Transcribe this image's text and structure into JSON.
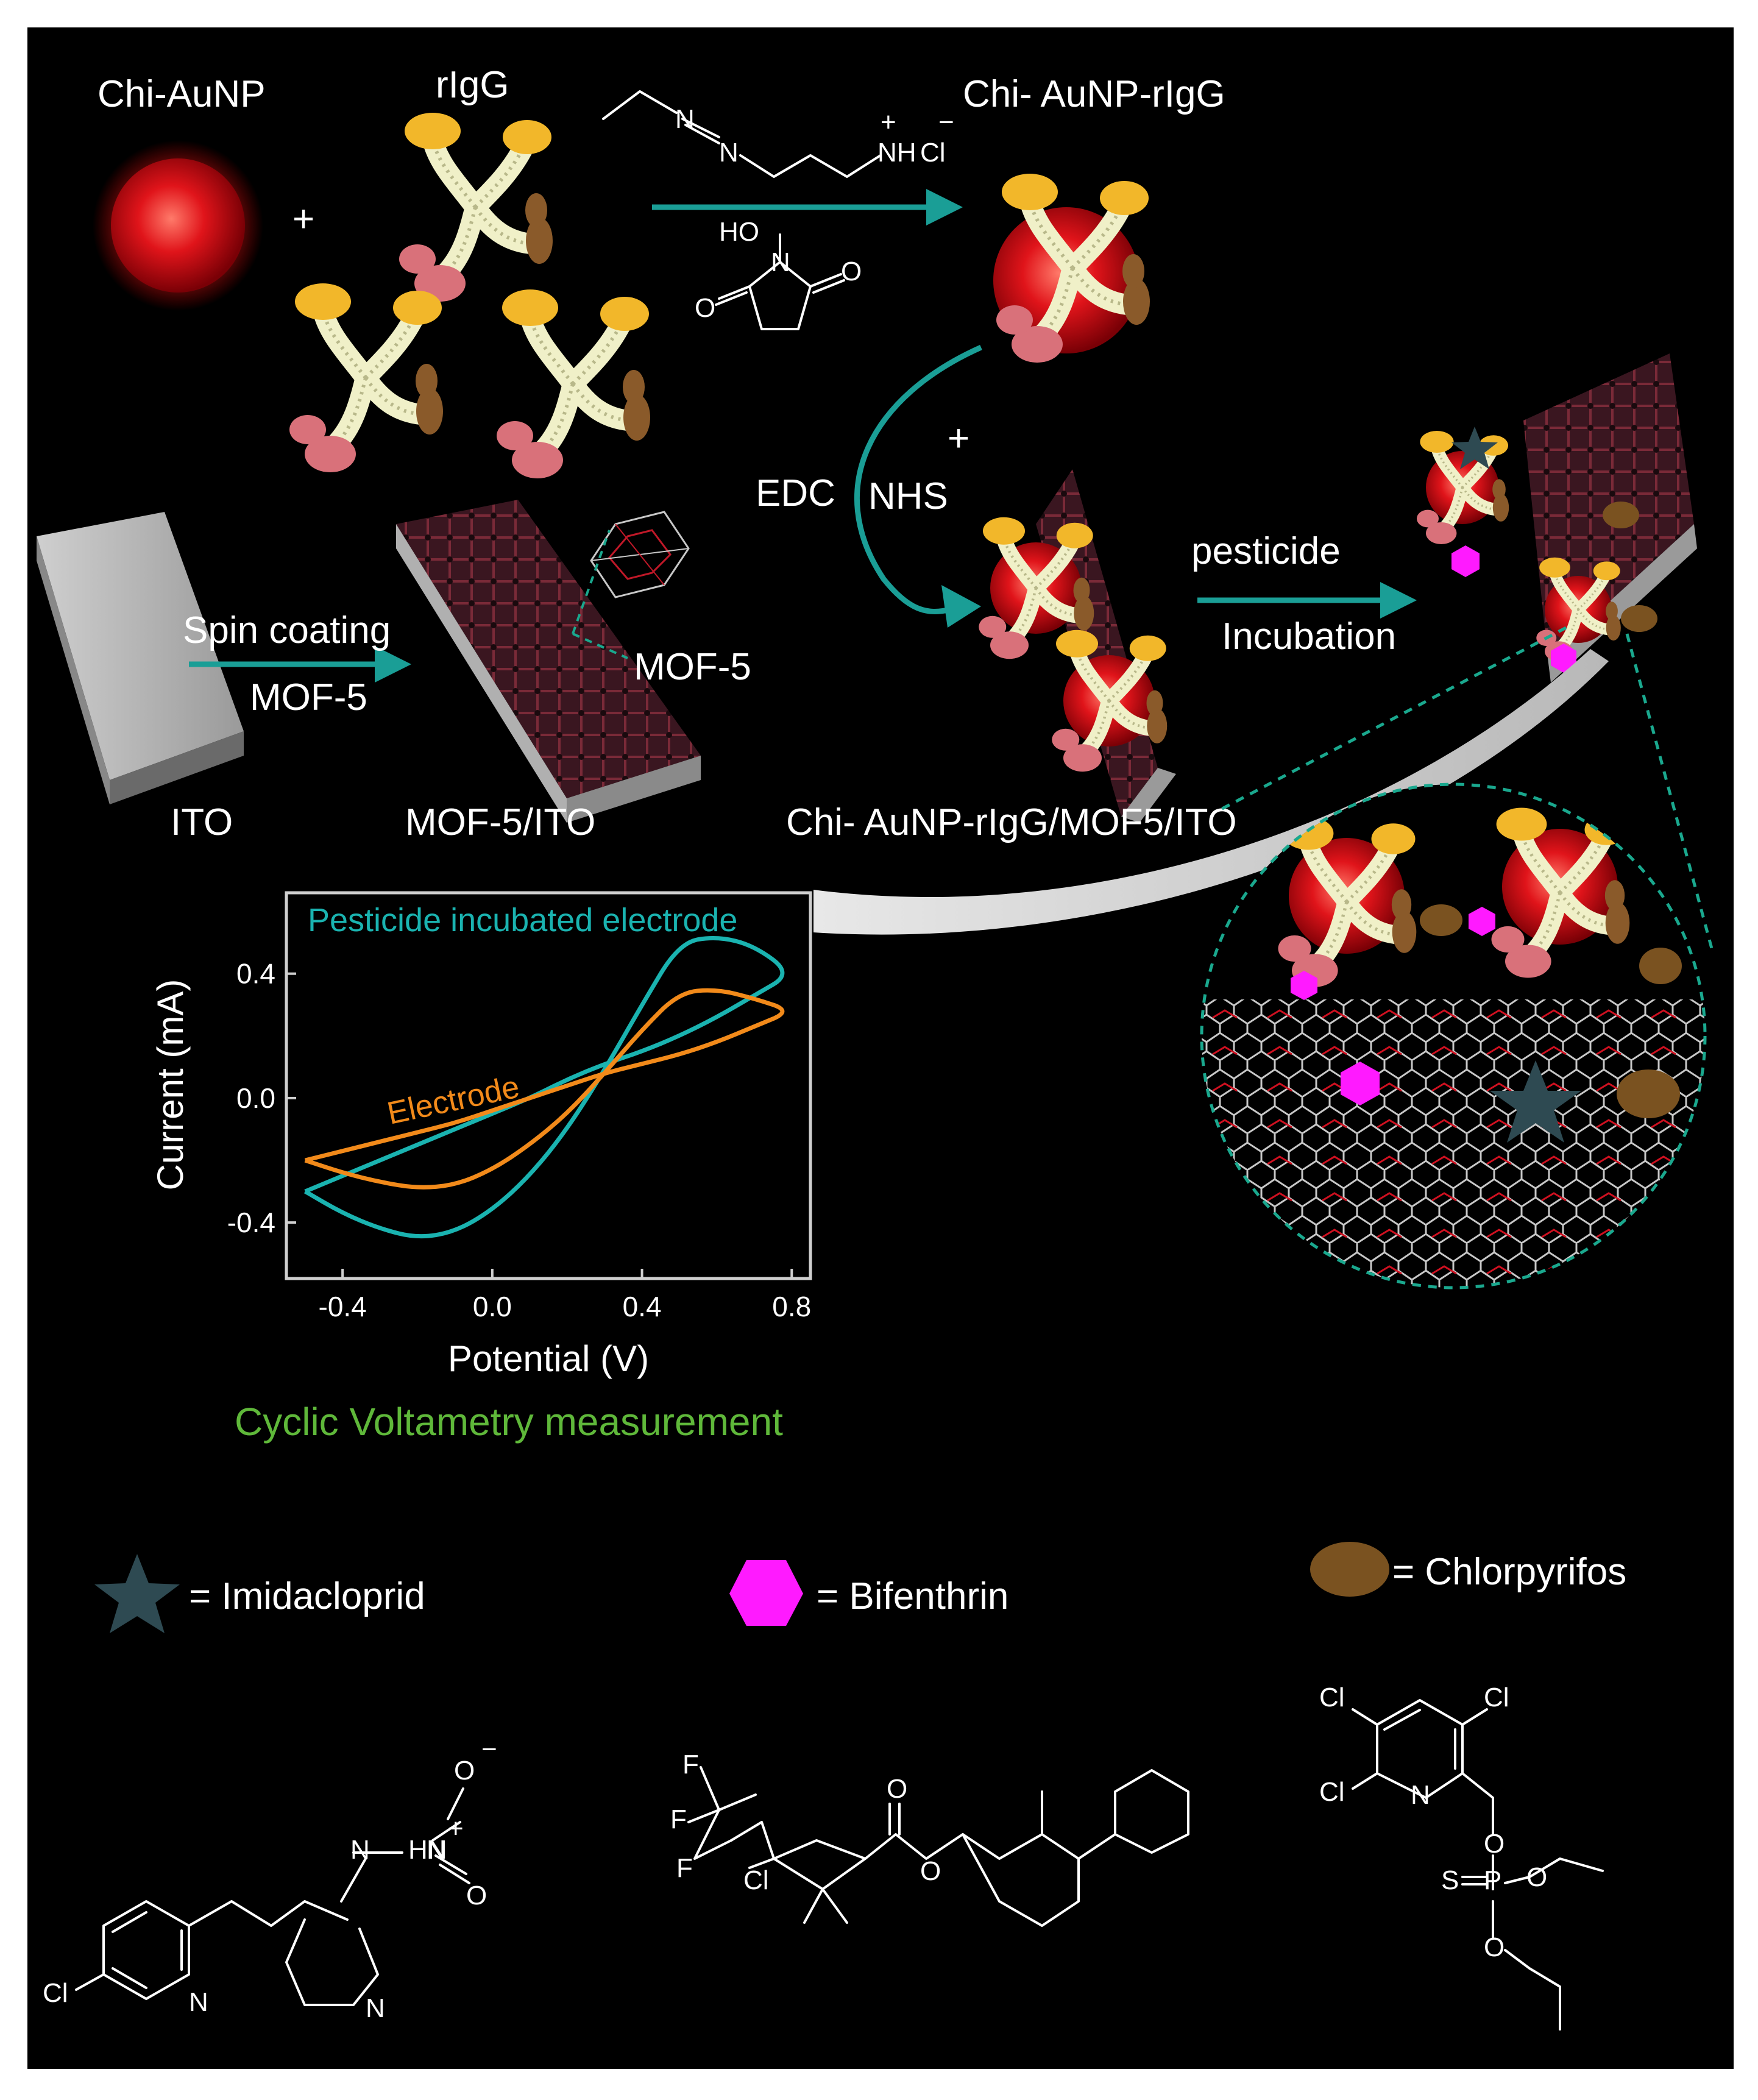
{
  "labels": {
    "chi_aunp": "Chi-AuNP",
    "rigg": "rIgG",
    "plus": "+",
    "chi_aunp_rigg": "Chi- AuNP-rIgG",
    "edc": "EDC",
    "nhs": "NHS",
    "plus2": "+",
    "spin_coating": "Spin coating",
    "mof5_reagent": "MOF-5",
    "mof5_zoom": "MOF-5",
    "ito": "ITO",
    "mof5_ito": "MOF-5/ITO",
    "final_electrode": "Chi- AuNP-rIgG/MOF5/ITO",
    "pesticide": "pesticide",
    "incubation": "Incubation"
  },
  "chem_text": {
    "edc_nh": "NH",
    "edc_cl": "Cl",
    "edc_plus": "+",
    "edc_minus": "−",
    "edc_n1": "N",
    "edc_n2": "N",
    "nhs_ho": "HO",
    "nhs_n": "N",
    "nhs_o1": "O",
    "nhs_o2": "O",
    "imi_cl": "Cl",
    "imi_n1": "N",
    "imi_n2": "N",
    "imi_n3": "N",
    "imi_hn": "HN",
    "imi_no2_n": "N",
    "imi_o1": "O",
    "imi_o2": "O",
    "imi_plus": "+",
    "imi_minus": "−",
    "bif_f1": "F",
    "bif_f2": "F",
    "bif_f3": "F",
    "bif_cl": "Cl",
    "bif_o1": "O",
    "bif_o2": "O",
    "chl_cl1": "Cl",
    "chl_cl2": "Cl",
    "chl_cl3": "Cl",
    "chl_n": "N",
    "chl_o1": "O",
    "chl_o2": "O",
    "chl_o3": "O",
    "chl_s": "S",
    "chl_p": "P"
  },
  "legend": {
    "imidacloprid": "= Imidacloprid",
    "bifenthrin": "= Bifenthrin",
    "chlorpyrifos": "= Chlorpyrifos"
  },
  "colors": {
    "background": "#000000",
    "arrow": "#1a9e96",
    "aunp_red": "#e0141a",
    "curve_pesticide": "#1ab3b0",
    "curve_electrode": "#f28a1a",
    "caption_green": "#5fb83a",
    "imidacloprid": "#2e4a52",
    "bifenthrin": "#ff1aff",
    "chlorpyrifos": "#7a5220"
  },
  "icons": [
    "star-icon",
    "hexagon-icon",
    "ellipse-icon",
    "gold-nanoparticle-icon",
    "antibody-icon",
    "electrode-slab-icon"
  ],
  "caption": "Cyclic Voltametry measurement",
  "chart_data": {
    "type": "line",
    "xlabel": "Potential (V)",
    "ylabel": "Current (mA)",
    "xlim": [
      -0.55,
      0.85
    ],
    "ylim": [
      -0.58,
      0.66
    ],
    "xticks": [
      -0.4,
      0.0,
      0.4,
      0.8
    ],
    "yticks": [
      -0.4,
      0.0,
      0.4
    ],
    "xtick_labels": [
      "-0.4",
      "0.0",
      "0.4",
      "0.8"
    ],
    "ytick_labels": [
      "-0.4",
      "0.0",
      "0.4"
    ],
    "grid": false,
    "series": [
      {
        "name": "Pesticide incubated electrode",
        "color": "#1ab3b0",
        "x": [
          -0.5,
          -0.4,
          -0.3,
          -0.2,
          -0.1,
          0.0,
          0.1,
          0.2,
          0.3,
          0.4,
          0.5,
          0.6,
          0.7,
          0.8,
          0.7,
          0.6,
          0.5,
          0.4,
          0.3,
          0.2,
          0.1,
          0.0,
          -0.1,
          -0.2,
          -0.3,
          -0.4,
          -0.5
        ],
        "y": [
          -0.3,
          -0.37,
          -0.42,
          -0.45,
          -0.43,
          -0.36,
          -0.25,
          -0.1,
          0.09,
          0.3,
          0.5,
          0.52,
          0.49,
          0.4,
          0.33,
          0.26,
          0.2,
          0.15,
          0.11,
          0.06,
          0.0,
          -0.05,
          -0.1,
          -0.15,
          -0.2,
          -0.25,
          -0.3
        ]
      },
      {
        "name": "Electrode",
        "color": "#f28a1a",
        "x": [
          -0.5,
          -0.4,
          -0.3,
          -0.2,
          -0.1,
          0.0,
          0.1,
          0.2,
          0.3,
          0.4,
          0.5,
          0.6,
          0.7,
          0.8,
          0.7,
          0.6,
          0.5,
          0.4,
          0.3,
          0.2,
          0.1,
          0.0,
          -0.1,
          -0.2,
          -0.3,
          -0.4,
          -0.5
        ],
        "y": [
          -0.2,
          -0.24,
          -0.27,
          -0.29,
          -0.28,
          -0.23,
          -0.15,
          -0.05,
          0.08,
          0.22,
          0.34,
          0.35,
          0.32,
          0.28,
          0.23,
          0.18,
          0.14,
          0.11,
          0.08,
          0.04,
          0.0,
          -0.04,
          -0.08,
          -0.11,
          -0.14,
          -0.17,
          -0.2
        ]
      }
    ]
  }
}
